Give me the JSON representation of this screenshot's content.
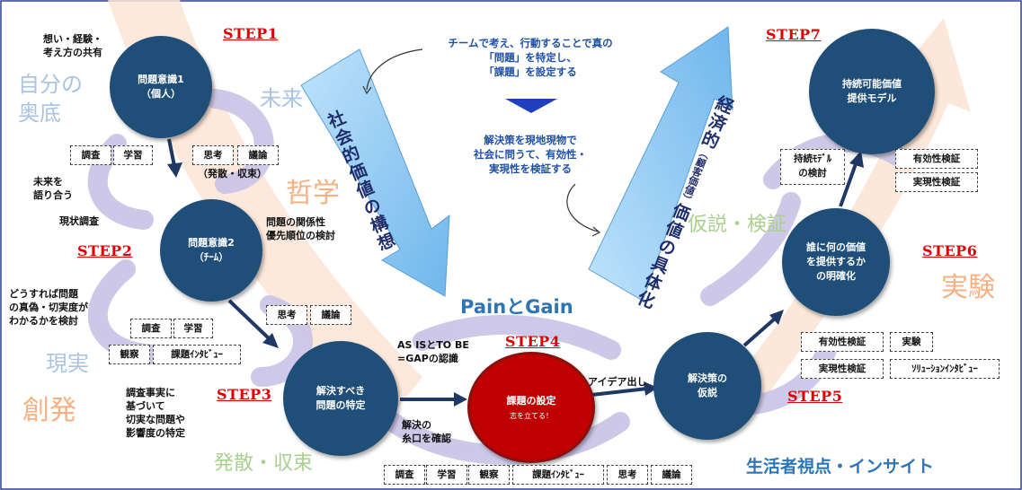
{
  "steps": {
    "s1": "STEP1",
    "s2": "STEP2",
    "s3": "STEP3",
    "s4": "STEP4",
    "s5": "STEP5",
    "s6": "STEP6",
    "s7": "STEP7"
  },
  "circles": {
    "c1": [
      "問題意識1",
      "（個人）"
    ],
    "c2": [
      "問題意識2",
      "（ﾁｰﾑ）"
    ],
    "c3": [
      "解決すべき",
      "問題の特定"
    ],
    "c4": [
      "課題の設定",
      "志を立てる！"
    ],
    "c5": [
      "解決策の",
      "仮説"
    ],
    "c6": [
      "誰に何の価値",
      "を提供するか",
      "の明確化"
    ],
    "c7": [
      "持続可能価値",
      "提供モデル"
    ]
  },
  "labels": {
    "omoi": [
      "想い・経験・",
      "考え方の共有"
    ],
    "mirai": [
      "未来を",
      "語り合う"
    ],
    "genjo": "現状調査",
    "kankei": [
      "問題の関係性",
      "優先順位の検討"
    ],
    "dousureba": [
      "どうすれば問題",
      "の真偽・切実度が",
      "わかるかを検討"
    ],
    "chousa": [
      "調査事実に",
      "基づいて",
      "切実な問題や",
      "影響度の特定"
    ],
    "asis": [
      "AS ISとTO BE",
      "=GAPの認識"
    ],
    "kaiketsu": [
      "解決の",
      "糸口を確認"
    ],
    "idea": "アイデア出し",
    "hassan": "（発散・収束）",
    "team_top": [
      "チームで考え、行動することで真の",
      "「問題」を特定し、",
      "「課題」を設定する"
    ],
    "team_mid": [
      "解決策を現地現物で",
      "社会に問うて、有効性・",
      "実現性を検証する"
    ]
  },
  "vertical": {
    "social": "社会的価値の構想",
    "economic": "経済的価値の具体化",
    "economic_small": "（顧客価値）"
  },
  "keywords": {
    "jibun": [
      "自分の",
      "奥底"
    ],
    "mirai": "未来",
    "tetsugaku": "哲学",
    "genjitsu": "現実",
    "souhatsu": "創発",
    "hassan_shusoku": "発散・収束",
    "kasetsu": "仮説・検証",
    "jikken": "実験",
    "paingain": "PainとGain",
    "seikatsusha": "生活者視点・インサイト"
  },
  "tags": {
    "t1_chousa": "調査",
    "t1_gakushu": "学習",
    "t1_shikou": "思考",
    "t1_giron": "議論",
    "t2_shikou": "思考",
    "t2_giron": "議論",
    "t2_chousa": "調査",
    "t2_gakushu": "学習",
    "t2_kansatsu": "観察",
    "t2_interview": "課題ｲﾝﾀﾋﾞｭｰ",
    "b_chousa": "調査",
    "b_gakushu": "学習",
    "b_kansatsu": "観察",
    "b_interview": "課題ｲﾝﾀﾋﾞｭｰ",
    "b_shikou": "思考",
    "b_giron": "議論",
    "s5_yuko": "有効性検証",
    "s5_jikken": "実験",
    "s5_jitsugen": "実現性検証",
    "s5_solution": "ｿﾘｭｰｼｮﾝｲﾝﾀﾋﾞｭｰ",
    "s6_jizoku": [
      "持続ﾓﾃﾞﾙ",
      "の検討"
    ],
    "s6_yuko": "有効性検証",
    "s6_jitsugen": "実現性検証"
  },
  "colors": {
    "circle": "#1f4e79",
    "circle_red": "#c00000",
    "step": "#e00000",
    "blue_text": "#1f4fa8",
    "keyword_light": "#a9c4e0",
    "keyword_salmon": "#f4b183",
    "keyword_green": "#a9d08e",
    "paingain": "#2e75b6"
  }
}
